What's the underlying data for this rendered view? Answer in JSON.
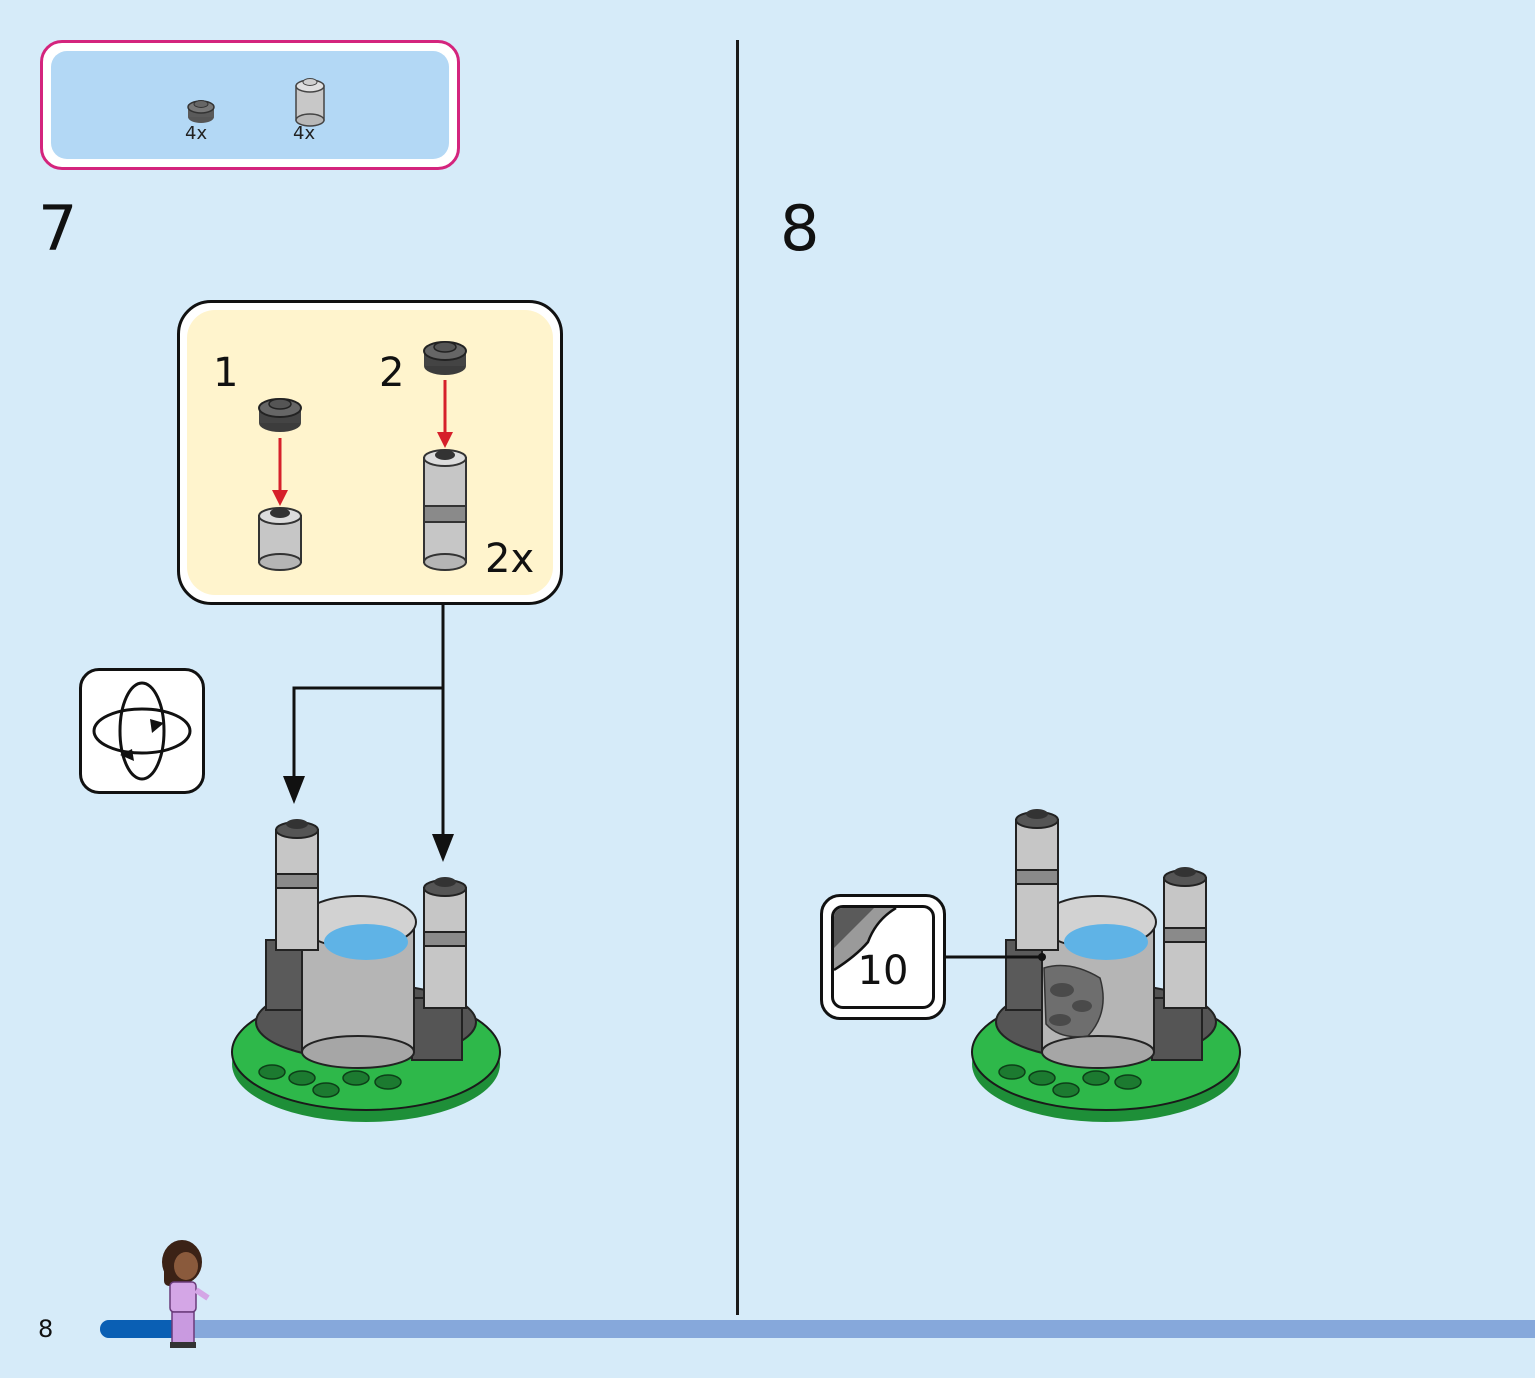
{
  "page": {
    "number": "8",
    "progress_fraction": 0.06
  },
  "parts_list": {
    "items": [
      {
        "icon": "dark-gray-round-plate-icon",
        "count": "4x"
      },
      {
        "icon": "light-gray-round-brick-icon",
        "count": "4x"
      }
    ]
  },
  "steps": [
    {
      "number": "7",
      "submodel": {
        "sub_steps": [
          "1",
          "2"
        ],
        "multiplier": "2x"
      },
      "rotate_icon": "rotate-model-icon"
    },
    {
      "number": "8",
      "sticker": {
        "number": "10",
        "icon": "sticker-icon"
      }
    }
  ],
  "colors": {
    "background": "#d6ebf9",
    "parts_border": "#d4247d",
    "submodel_fill": "#fff4cd",
    "arrow_red": "#d6202a",
    "baseplate_green": "#2eb84a",
    "progress_done": "#0a5fb4",
    "progress_track": "#86a8db"
  }
}
